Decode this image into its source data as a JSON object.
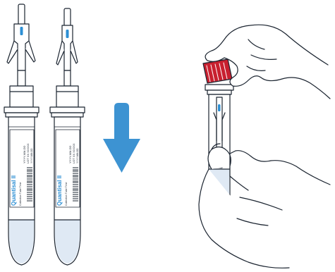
{
  "illustration": {
    "tube_label": {
      "brand": "Quantisal II",
      "subtitle": "Collection Tube Time",
      "lot": "LOT XX XXXXX",
      "expiry": "YYYY-MM-DD",
      "date": "YYYY-MM-DD"
    },
    "colors": {
      "outline": "#1b2430",
      "accent_blue": "#2c8fd4",
      "arrow_blue": "#3d93d2",
      "cap_red": "#c8202f",
      "liquid": "#dfe9f4"
    },
    "icons": [
      "collection-tube",
      "down-arrow",
      "hand",
      "red-cap"
    ]
  }
}
